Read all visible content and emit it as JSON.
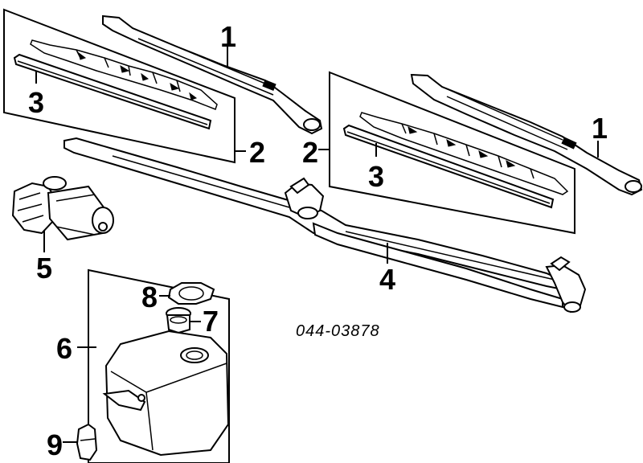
{
  "diagram": {
    "part_code": "044-03878",
    "callouts": {
      "arm_left": "1",
      "arm_right": "1",
      "blade_assembly_left": "2",
      "blade_assembly_right": "2",
      "rubber_left": "3",
      "rubber_right": "3",
      "linkage": "4",
      "motor": "5",
      "washer_tank": "6",
      "filter": "7",
      "gasket": "8",
      "pump_clip": "9"
    }
  }
}
